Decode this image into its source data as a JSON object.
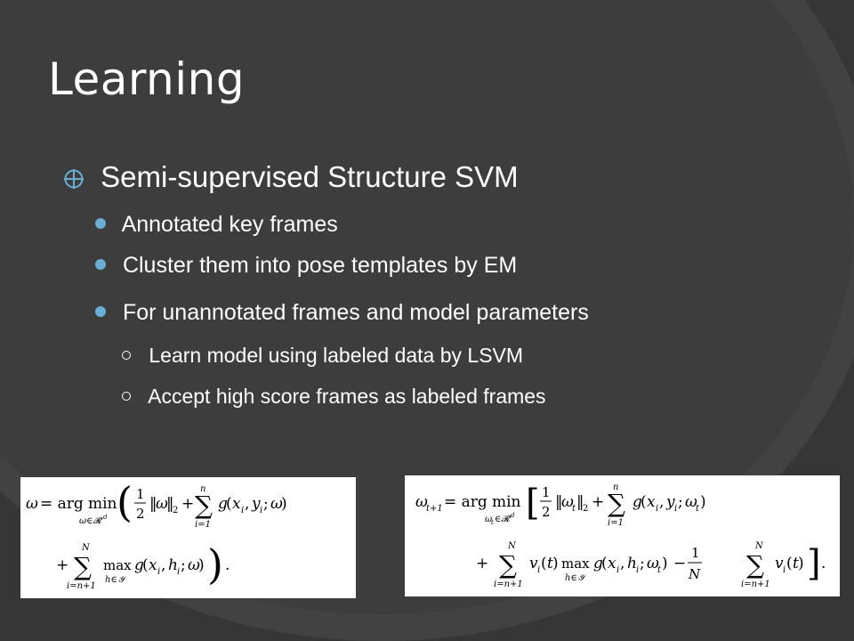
{
  "slide": {
    "title": "Learning",
    "bullets": [
      {
        "level": 1,
        "text": "Semi-supervised Structure SVM"
      },
      {
        "level": 2,
        "text": "Annotated key frames"
      },
      {
        "level": 2,
        "text": "Cluster them into pose templates by EM"
      },
      {
        "level": 2,
        "text": "For unannotated frames and model parameters"
      },
      {
        "level": 3,
        "text": "Learn model using labeled data by LSVM"
      },
      {
        "level": 3,
        "text": "Accept high score frames as labeled frames"
      }
    ]
  },
  "equations": {
    "eq1": {
      "latex": "\\omega = \\arg\\min_{\\omega\\in\\mathcal{R}^d} \\left( \\frac{1}{2}\\|\\omega\\|_2 + \\sum_{i=1}^{n} g(x_i, y_i; \\omega) + \\sum_{i=n+1}^{N} \\max_{h\\in\\mathcal{Y}} g(x_i, h_i; \\omega) \\right)."
    },
    "eq2": {
      "latex": "\\omega_{t+1} = \\arg\\min_{\\omega_t\\in\\mathcal{R}^d} \\left[ \\frac{1}{2}\\|\\omega_t\\|_2 + \\sum_{i=1}^{n} g(x_i, y_i; \\omega_t) + \\sum_{i=n+1}^{N} v_i(t) \\max_{h\\in\\mathcal{Y}} g(x_i, h_i; \\omega_t) - \\frac{1}{N}\\sum_{i=n+1}^{N} v_i(t) \\right]."
    }
  },
  "colors": {
    "background": "#393939",
    "text": "#ffffff",
    "bullet_accent": "#6aaed6"
  }
}
